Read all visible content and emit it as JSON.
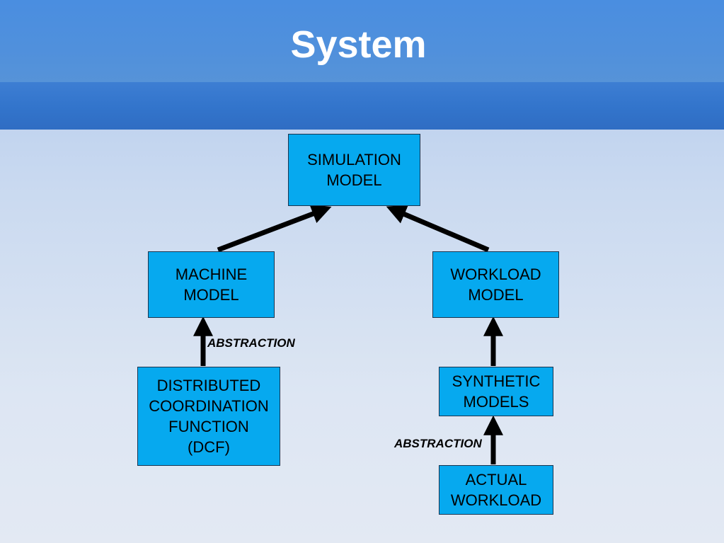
{
  "slide": {
    "title": "System"
  },
  "diagram": {
    "nodes": {
      "simulation_model": "SIMULATION\nMODEL",
      "machine_model": "MACHINE\nMODEL",
      "workload_model": "WORKLOAD\nMODEL",
      "dcf": "DISTRIBUTED\nCOORDINATION\nFUNCTION\n(DCF)",
      "synthetic_models": "SYNTHETIC\nMODELS",
      "actual_workload": "ACTUAL\nWORKLOAD"
    },
    "labels": {
      "abstraction_left": "ABSTRACTION",
      "abstraction_right": "ABSTRACTION"
    },
    "edges": [
      {
        "from": "machine_model",
        "to": "simulation_model"
      },
      {
        "from": "workload_model",
        "to": "simulation_model"
      },
      {
        "from": "dcf",
        "to": "machine_model"
      },
      {
        "from": "synthetic_models",
        "to": "workload_model"
      },
      {
        "from": "actual_workload",
        "to": "synthetic_models"
      }
    ],
    "colors": {
      "node_fill": "#06a9ef",
      "header": "#4a8ee0",
      "arrow": "#000000"
    }
  }
}
